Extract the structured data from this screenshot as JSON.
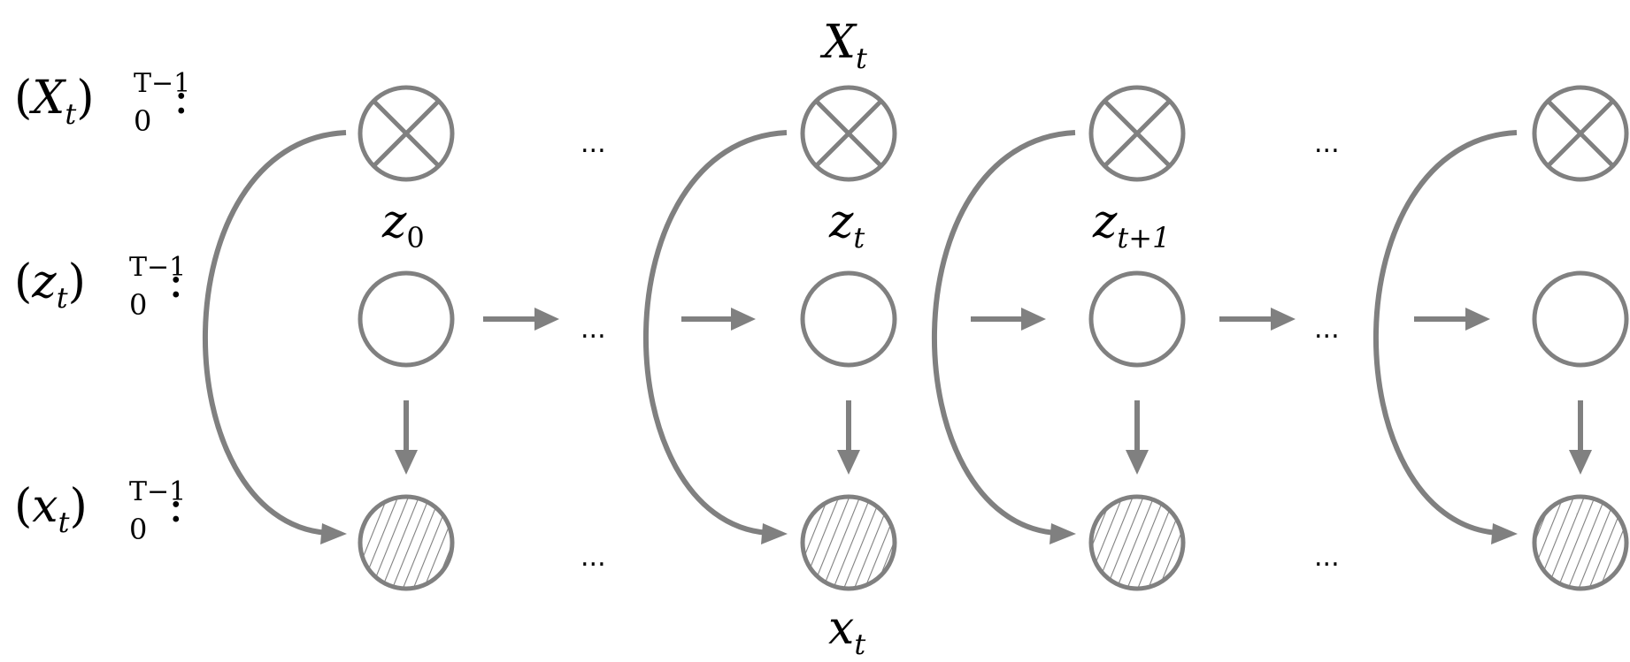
{
  "row_labels": {
    "X": {
      "base": "X",
      "sub": "t",
      "lower": "0",
      "upper": "T−1",
      "colon": ":"
    },
    "z": {
      "base": "z",
      "sub": "t",
      "lower": "0",
      "upper": "T−1",
      "colon": ":"
    },
    "x": {
      "base": "x",
      "sub": "t",
      "lower": "0",
      "upper": "T−1",
      "colon": ":"
    }
  },
  "columns": [
    {
      "z_label": {
        "base": "z",
        "sub": "0"
      }
    },
    {
      "top_label": {
        "base": "X",
        "sub": "t"
      },
      "z_label": {
        "base": "z",
        "sub": "t"
      },
      "bottom_label": {
        "base": "x",
        "sub": "t"
      }
    },
    {
      "z_label": {
        "base": "z",
        "sub": "t+1"
      }
    },
    {}
  ],
  "ellipsis": "...",
  "colors": {
    "stroke": "#808080",
    "text": "#000000",
    "background": "#ffffff"
  }
}
